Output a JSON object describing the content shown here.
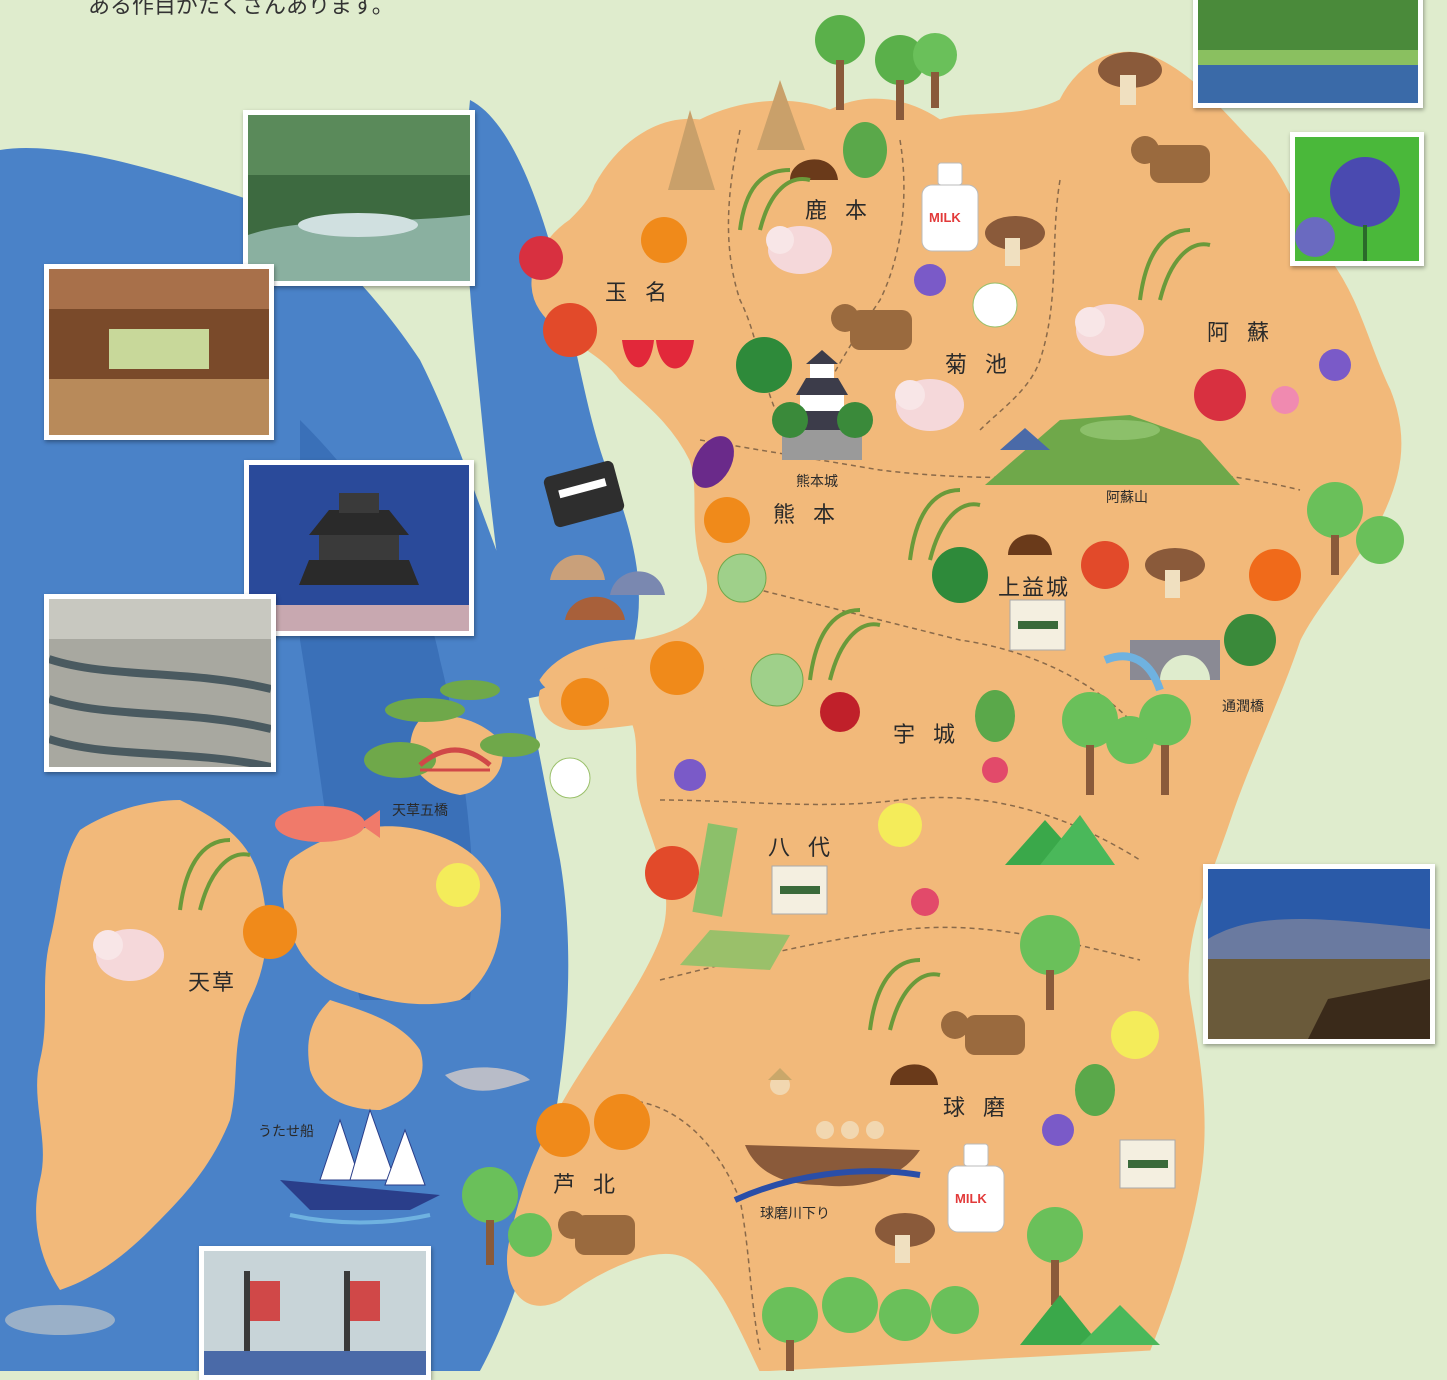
{
  "header": {
    "intro_text": "ある作目がたくさんあります。"
  },
  "regions": {
    "tamana": "玉名",
    "kamoto": "鹿本",
    "kikuchi": "菊池",
    "aso": "阿蘇",
    "kumamoto": "熊本",
    "kamimashiki": "上益城",
    "uki": "宇城",
    "yatsushiro": "八代",
    "amakusa": "天草",
    "kuma": "球磨",
    "ashikita": "芦北"
  },
  "landmarks": {
    "kumamoto_castle": "熊本城",
    "mount_aso": "阿蘇山",
    "tsujun_bridge": "通潤橋",
    "amakusa_bridges": "天草五橋",
    "utase_boat": "うたせ船",
    "kuma_river_rafting": "球磨川下り"
  },
  "produce_labels": {
    "milk": "MILK"
  },
  "colors": {
    "land": "#f2b97a",
    "sea": "#4a82c8",
    "background": "#dfeccd",
    "border": "#8a6a4a"
  },
  "icons": [
    "mushroom-icon",
    "cow-icon",
    "pig-icon",
    "milk-bottle-icon",
    "rice-icon",
    "tree-icon",
    "tomato-icon",
    "strawberry-icon",
    "watermelon-icon",
    "mandarin-icon",
    "melon-icon",
    "chestnut-icon",
    "flower-icon",
    "fish-icon",
    "clam-icon",
    "nori-icon",
    "bamboo-shoot-icon",
    "eggplant-icon",
    "tea-leaf-icon",
    "rush-grass-icon"
  ]
}
